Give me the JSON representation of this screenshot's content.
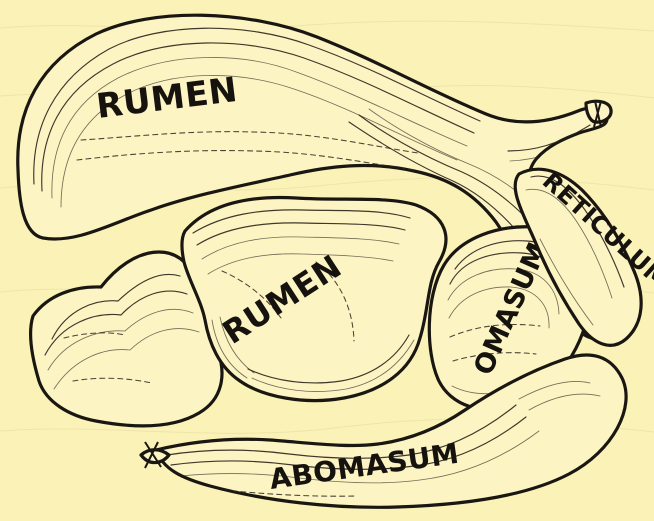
{
  "labels": {
    "rumen_top": "RUMEN",
    "rumen_middle": "RUMEN",
    "reticulum": "RETICULUM",
    "omasum": "OMASUM",
    "abomasum": "ABOMASUM"
  }
}
